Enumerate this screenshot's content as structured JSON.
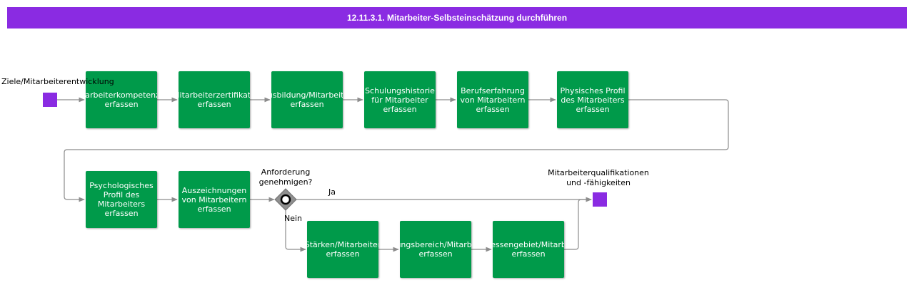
{
  "colors": {
    "title_bar": "#8a2be2",
    "task": "#009a4a",
    "event": "#8a2be2",
    "gateway": "#8f8f8f",
    "connector": "#8c8c8c"
  },
  "diagram": {
    "title": "12.11.3.1. Mitarbeiter-Selbsteinschätzung durchführen",
    "start_event": {
      "label": "Ziele/Mitarbeiterentwicklung"
    },
    "end_event": {
      "label": "Mitarbeiterqualifikationen\nund -fähigkeiten"
    },
    "tasks": [
      {
        "id": "t1",
        "label": "Mitarbeiterkompetenzen\nerfassen"
      },
      {
        "id": "t2",
        "label": "Mitarbeiterzertifikate\nerfassen"
      },
      {
        "id": "t3",
        "label": "Ausbildung/Mitarbeiter\nerfassen"
      },
      {
        "id": "t4",
        "label": "Schulungshistorie\nfür Mitarbeiter\nerfassen"
      },
      {
        "id": "t5",
        "label": "Berufserfahrung\nvon Mitarbeitern\nerfassen"
      },
      {
        "id": "t6",
        "label": "Physisches Profil\ndes Mitarbeiters\nerfassen"
      },
      {
        "id": "t7",
        "label": "Psychologisches\nProfil des\nMitarbeiters\nerfassen"
      },
      {
        "id": "t8",
        "label": "Auszeichnungen\nvon Mitarbeitern\nerfassen"
      },
      {
        "id": "t9",
        "label": "Stärken/Mitarbeiter\nerfassen"
      },
      {
        "id": "t10",
        "label": "Bildungsbereich/Mitarbeiter\nerfassen"
      },
      {
        "id": "t11",
        "label": "Interessengebiet/Mitarbeiter\nerfassen"
      }
    ],
    "gateway": {
      "label": "Anforderung\ngenehmigen?",
      "yes_label": "Ja",
      "no_label": "Nein"
    }
  }
}
